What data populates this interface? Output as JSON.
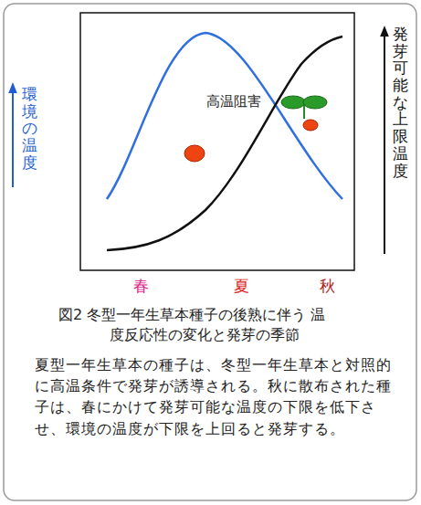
{
  "diagram": {
    "caption": "図2 冬型一年生草本種子の後熟に伴う 温度反応性の変化と発芽の季節",
    "labels": [
      "高温阻害",
      "環境の温度",
      "発芽可能な上限温度",
      "春",
      "夏",
      "秋",
      "夏型一年生草本の種子は、冬型一年生草本と対照的に高温条件で発芽が誘導される。秋に散布された種子は、春にかけて発芽可能な温度の下限を低下させ、環境の温度が下限を上回ると発芽する。"
    ]
  }
}
